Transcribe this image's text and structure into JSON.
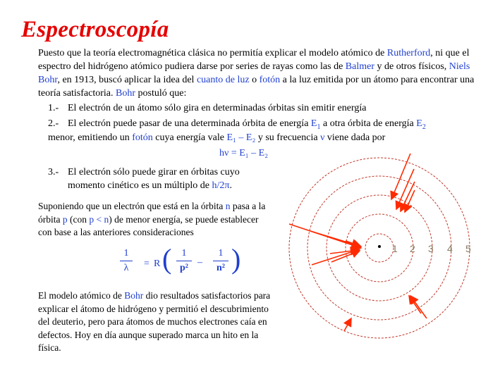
{
  "title": "Espectroscopía",
  "intro": {
    "t1": "Puesto que la teoría electromagnética clásica no permitía explicar el modelo atómico de ",
    "rutherford": "Rutherford",
    "t2": ", ni que el espectro del hidrógeno atómico pudiera darse por series de rayas como las de ",
    "balmer": "Balmer",
    "t3": " y de otros físicos, ",
    "niels_bohr": "Niels Bohr",
    "t4": ", en 1913, buscó aplicar la idea del ",
    "cuanto": "cuanto de luz",
    "t5": " o ",
    "foton": "fotón",
    "t6": " a la luz emitida por un átomo para encontrar una teoría satisfactoria. ",
    "bohr": "Bohr",
    "t7": " postuló que:"
  },
  "postulates": {
    "p1_num": "1.-",
    "p1_text": "El electrón de un átomo sólo gira en determinadas órbitas sin emitir energía",
    "p2_num": "2.-",
    "p2_a": "El electrón puede pasar de una determinada órbita de energía ",
    "p2_e1": "E",
    "p2_e1_sub": "1",
    "p2_b": " a otra órbita de energía ",
    "p2_e2": "E",
    "p2_e2_sub": "2",
    "p2_c": "menor, emitiendo un ",
    "p2_foton": "fotón",
    "p2_d": " cuya energía vale  ",
    "p2_expr": "E₁ – E₂",
    "p2_e": "  y su frecuencia  ",
    "p2_nu": "ν",
    "p2_f": "  viene dada por",
    "p3_num": "3.-",
    "p3_a": "El electrón sólo puede girar en órbitas cuyo",
    "p3_b": "momento cinético es un múltiplo de  ",
    "p3_h": "h/2π",
    "p3_c": "."
  },
  "formula1": "hν = E₁ – E₂",
  "para2": {
    "a": "Suponiendo que un electrón que está en la órbita ",
    "n": "n",
    "b": " pasa a la órbita ",
    "p": "p",
    "c": " (con ",
    "pn": "p < n",
    "d": ") de menor energía, se puede establecer con base a las anteriores consideraciones"
  },
  "formula2": {
    "one": "1",
    "lambda": "λ",
    "eq": "=",
    "R": "R",
    "p2": "p²",
    "minus": "–",
    "n2": "n²"
  },
  "para3": {
    "a": "El modelo atómico de ",
    "bohr": "Bohr",
    "b": " dio resultados satisfactorios para explicar el átomo de hidrógeno y permitió el descubrimiento del deuterio, pero para átomos de muchos electrones caía en defectos. Hoy en día aunque superado marca un hito en la física."
  },
  "diagram": {
    "orbit_labels": [
      "1",
      "2",
      "3",
      "4",
      "5"
    ],
    "orbit_color": "#c0392b",
    "arrow_color": "#ff2a00"
  }
}
